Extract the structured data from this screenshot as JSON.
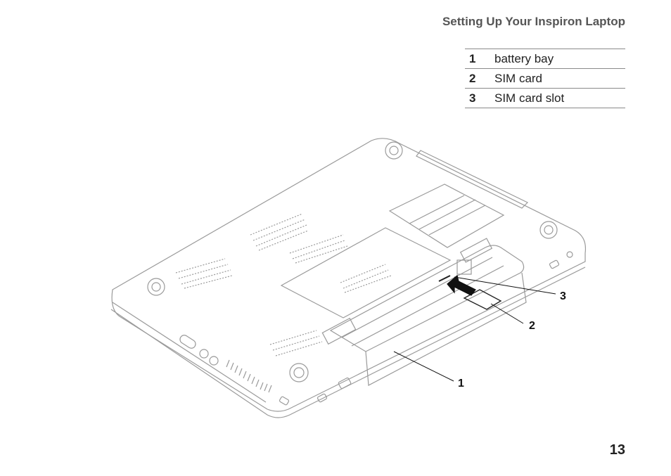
{
  "header": {
    "title": "Setting Up Your Inspiron Laptop"
  },
  "legend": [
    {
      "num": "1",
      "label": "battery bay"
    },
    {
      "num": "2",
      "label": "SIM card"
    },
    {
      "num": "3",
      "label": "SIM card slot"
    }
  ],
  "callouts": {
    "c1": "1",
    "c2": "2",
    "c3": "3"
  },
  "footer": {
    "page_number": "13"
  },
  "figure": {
    "icon": "laptop-bottom-illustration",
    "line_color": "#9a9a9a"
  }
}
